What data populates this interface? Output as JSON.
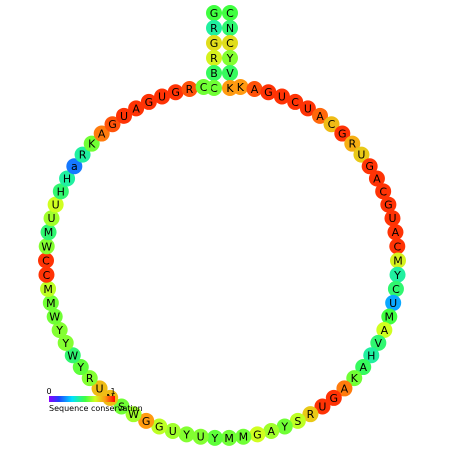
{
  "stem_pairs": [
    {
      "left": "G",
      "right": "C",
      "left_c": 0.55,
      "right_c": 0.55
    },
    {
      "left": "R",
      "right": "N",
      "left_c": 0.45,
      "right_c": 0.5
    },
    {
      "left": "G",
      "right": "C",
      "left_c": 0.75,
      "right_c": 0.75
    },
    {
      "left": "R",
      "right": "Y",
      "left_c": 0.72,
      "right_c": 0.62
    },
    {
      "left": "B",
      "right": "V",
      "left_c": 0.52,
      "right_c": 0.52
    },
    {
      "left": "C",
      "right": "K",
      "left_c": 0.6,
      "right_c": 0.85
    }
  ],
  "loop": [
    {
      "n": "K",
      "c": 0.85
    },
    {
      "n": "A",
      "c": 0.92
    },
    {
      "n": "G",
      "c": 0.95
    },
    {
      "n": "U",
      "c": 0.95
    },
    {
      "n": "C",
      "c": 0.95
    },
    {
      "n": "U",
      "c": 0.95
    },
    {
      "n": "A",
      "c": 0.9
    },
    {
      "n": "C",
      "c": 0.8
    },
    {
      "n": "G",
      "c": 0.95
    },
    {
      "n": "R",
      "c": 0.82
    },
    {
      "n": "U",
      "c": 0.78
    },
    {
      "n": "G",
      "c": 0.95
    },
    {
      "n": "A",
      "c": 0.95
    },
    {
      "n": "C",
      "c": 0.95
    },
    {
      "n": "G",
      "c": 0.95
    },
    {
      "n": "U",
      "c": 0.95
    },
    {
      "n": "A",
      "c": 0.95
    },
    {
      "n": "C",
      "c": 0.95
    },
    {
      "n": "M",
      "c": 0.72
    },
    {
      "n": "Y",
      "c": 0.45
    },
    {
      "n": "C",
      "c": 0.5
    },
    {
      "n": "U",
      "c": 0.28
    },
    {
      "n": "M",
      "c": 0.55
    },
    {
      "n": "A",
      "c": 0.7
    },
    {
      "n": "V",
      "c": 0.5
    },
    {
      "n": "H",
      "c": 0.45
    },
    {
      "n": "A",
      "c": 0.52
    },
    {
      "n": "K",
      "c": 0.6
    },
    {
      "n": "A",
      "c": 0.88
    },
    {
      "n": "G",
      "c": 0.95
    },
    {
      "n": "U",
      "c": 0.95
    },
    {
      "n": "R",
      "c": 0.78
    },
    {
      "n": "S",
      "c": 0.68
    },
    {
      "n": "Y",
      "c": 0.6
    },
    {
      "n": "A",
      "c": 0.65
    },
    {
      "n": "G",
      "c": 0.7
    },
    {
      "n": "M",
      "c": 0.6
    },
    {
      "n": "M",
      "c": 0.6
    },
    {
      "n": "Y",
      "c": 0.58
    },
    {
      "n": "U",
      "c": 0.62
    },
    {
      "n": "Y",
      "c": 0.62
    },
    {
      "n": "U",
      "c": 0.65
    },
    {
      "n": "G",
      "c": 0.68
    },
    {
      "n": "G",
      "c": 0.85
    },
    {
      "n": "W",
      "c": 0.65
    },
    {
      "n": "S",
      "c": 0.6
    },
    {
      "n": "N",
      "c": 0.8
    },
    {
      "n": "U",
      "c": 0.8
    },
    {
      "n": "R",
      "c": 0.62
    },
    {
      "n": "Y",
      "c": 0.58
    },
    {
      "n": "W",
      "c": 0.5
    },
    {
      "n": "Y",
      "c": 0.62
    },
    {
      "n": "Y",
      "c": 0.62
    },
    {
      "n": "W",
      "c": 0.6
    },
    {
      "n": "M",
      "c": 0.6
    },
    {
      "n": "M",
      "c": 0.68
    },
    {
      "n": "C",
      "c": 0.95
    },
    {
      "n": "C",
      "c": 0.95
    },
    {
      "n": "W",
      "c": 0.62
    },
    {
      "n": "M",
      "c": 0.5
    },
    {
      "n": "U",
      "c": 0.65
    },
    {
      "n": "U",
      "c": 0.7
    },
    {
      "n": "H",
      "c": 0.5
    },
    {
      "n": "H",
      "c": 0.45
    },
    {
      "n": "a",
      "c": 0.22
    },
    {
      "n": "R",
      "c": 0.45
    },
    {
      "n": "K",
      "c": 0.6
    },
    {
      "n": "A",
      "c": 0.88
    },
    {
      "n": "G",
      "c": 0.92
    },
    {
      "n": "U",
      "c": 0.95
    },
    {
      "n": "A",
      "c": 0.95
    },
    {
      "n": "G",
      "c": 0.95
    },
    {
      "n": "U",
      "c": 0.95
    },
    {
      "n": "G",
      "c": 0.95
    },
    {
      "n": "R",
      "c": 0.92
    },
    {
      "n": "C",
      "c": 0.6
    }
  ],
  "legend": {
    "min_label": "0",
    "max_label": "1",
    "title": "Sequence conservation"
  }
}
